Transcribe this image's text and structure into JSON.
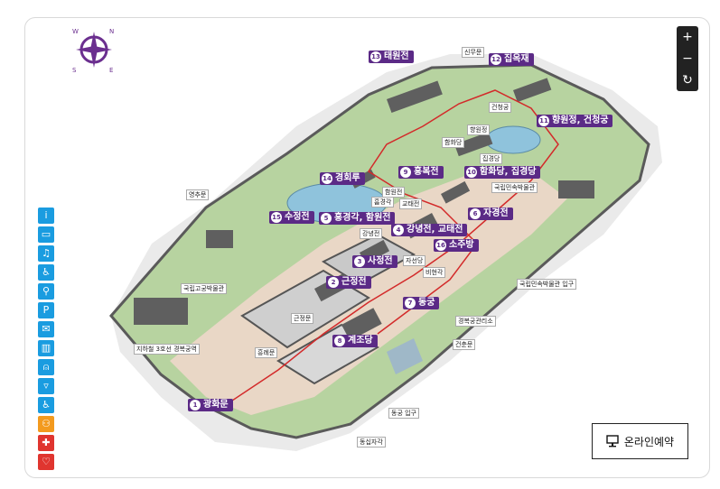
{
  "map": {
    "compass": {
      "letters": [
        "W",
        "N",
        "E",
        "S"
      ]
    },
    "zoom": {
      "in": "+",
      "out": "−",
      "reset": "↻"
    },
    "booking_button": {
      "label": "온라인예약"
    },
    "legend_icons": [
      {
        "name": "information-icon",
        "glyph": "i",
        "color": "#1a9ce0"
      },
      {
        "name": "ticket-icon",
        "glyph": "▭",
        "color": "#1a9ce0"
      },
      {
        "name": "audio-guide-icon",
        "glyph": "♫",
        "color": "#1a9ce0"
      },
      {
        "name": "wheelchair-icon",
        "glyph": "♿",
        "color": "#1a9ce0"
      },
      {
        "name": "stroller-icon",
        "glyph": "⚲",
        "color": "#1a9ce0"
      },
      {
        "name": "parking-icon",
        "glyph": "P",
        "color": "#1a9ce0"
      },
      {
        "name": "gift-shop-icon",
        "glyph": "✉",
        "color": "#1a9ce0"
      },
      {
        "name": "locker-icon",
        "glyph": "▥",
        "color": "#1a9ce0"
      },
      {
        "name": "drinking-water-icon",
        "glyph": "⍝",
        "color": "#1a9ce0"
      },
      {
        "name": "trash-icon",
        "glyph": "▿",
        "color": "#1a9ce0"
      },
      {
        "name": "accessible-restroom-icon",
        "glyph": "♿",
        "color": "#1a9ce0"
      },
      {
        "name": "restroom-icon",
        "glyph": "⚇",
        "color": "#f39a1e"
      },
      {
        "name": "first-aid-icon",
        "glyph": "✚",
        "color": "#e0352f"
      },
      {
        "name": "aed-icon",
        "glyph": "♡",
        "color": "#e0352f"
      }
    ],
    "spots": [
      {
        "num": "1",
        "name": "광화문"
      },
      {
        "num": "2",
        "name": "근정전"
      },
      {
        "num": "3",
        "name": "사정전"
      },
      {
        "num": "4",
        "name": "강녕전, 교태전"
      },
      {
        "num": "5",
        "name": "흥경각, 함원전"
      },
      {
        "num": "6",
        "name": "자경전"
      },
      {
        "num": "7",
        "name": "동궁"
      },
      {
        "num": "8",
        "name": "계조당"
      },
      {
        "num": "9",
        "name": "흥복전"
      },
      {
        "num": "10",
        "name": "함화당, 집경당"
      },
      {
        "num": "11",
        "name": "향원정, 건청궁"
      },
      {
        "num": "12",
        "name": "집옥재"
      },
      {
        "num": "13",
        "name": "태원전"
      },
      {
        "num": "14",
        "name": "경회루"
      },
      {
        "num": "15",
        "name": "수정전"
      },
      {
        "num": "16",
        "name": "소주방"
      }
    ],
    "places": [
      "신무문",
      "건청궁",
      "향원정",
      "함화당",
      "집경당",
      "국립민속박물관",
      "영추문",
      "흠경각",
      "함원전",
      "교태전",
      "강녕전",
      "자선당",
      "비현각",
      "국립고궁박물관",
      "국립민속박물관 입구",
      "근정문",
      "경복궁관리소",
      "건춘문",
      "지하철 3호선 경복궁역",
      "흥례문",
      "동궁 입구",
      "동십자각"
    ]
  }
}
